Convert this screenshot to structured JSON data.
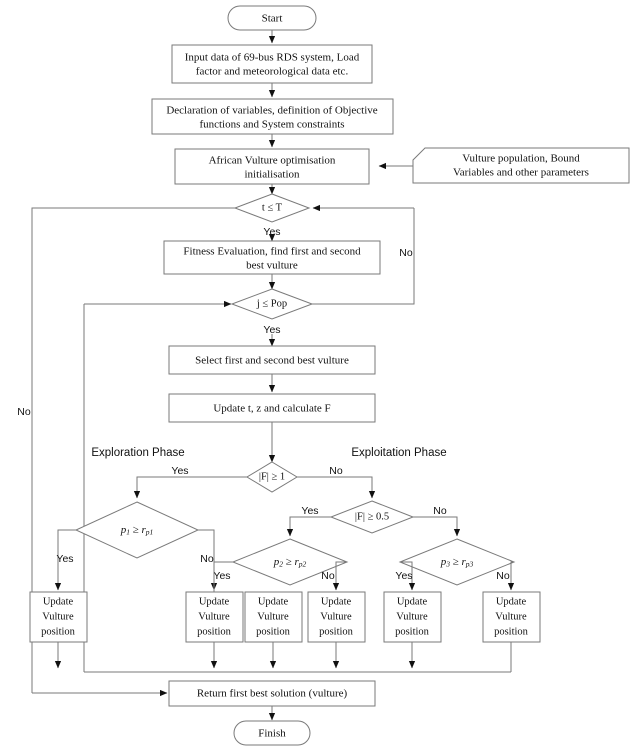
{
  "diagram": {
    "title": "African Vulture Optimisation Algorithm Flowchart",
    "colors": {
      "stroke": "#7a7a7a",
      "fill": "#ffffff",
      "text": "#111111",
      "arrow": "#111111"
    },
    "terminals": {
      "start": "Start",
      "finish": "Finish"
    },
    "processes": {
      "input_data": [
        "Input data of 69-bus RDS system, Load",
        "factor and meteorological data etc."
      ],
      "declaration": [
        "Declaration of variables, definition of Objective",
        "functions and System constraints"
      ],
      "avoa_init": [
        "African Vulture optimisation",
        "initialisation"
      ],
      "parameters": [
        "Vulture population, Bound",
        "Variables and other parameters"
      ],
      "fitness": [
        "Fitness Evaluation, find first and second",
        "best vulture"
      ],
      "select_best": "Select first and second best vulture",
      "update_tzf": "Update t, z and calculate F",
      "return_best": "Return first best solution (vulture)",
      "update_vulture": [
        "Update",
        "Vulture",
        "position"
      ]
    },
    "decisions": {
      "t_le_T": "t ≤ T",
      "j_le_Pop": "j ≤ Pop",
      "F_ge_1": "|F| ≥ 1",
      "F_ge_05": "|F| ≥ 0.5",
      "p1": {
        "left": "p",
        "left_sub": "1",
        "op": "≥",
        "right": "r",
        "right_sub": "p1"
      },
      "p2": {
        "left": "p",
        "left_sub": "2",
        "op": "≥",
        "right": "r",
        "right_sub": "p2"
      },
      "p3": {
        "left": "p",
        "left_sub": "3",
        "op": "≥",
        "right": "r",
        "right_sub": "p3"
      }
    },
    "phase_labels": {
      "exploration": "Exploration Phase",
      "exploitation": "Exploitation Phase"
    },
    "edge_labels": {
      "yes": "Yes",
      "no": "No"
    },
    "update_boxes_count": 6
  }
}
